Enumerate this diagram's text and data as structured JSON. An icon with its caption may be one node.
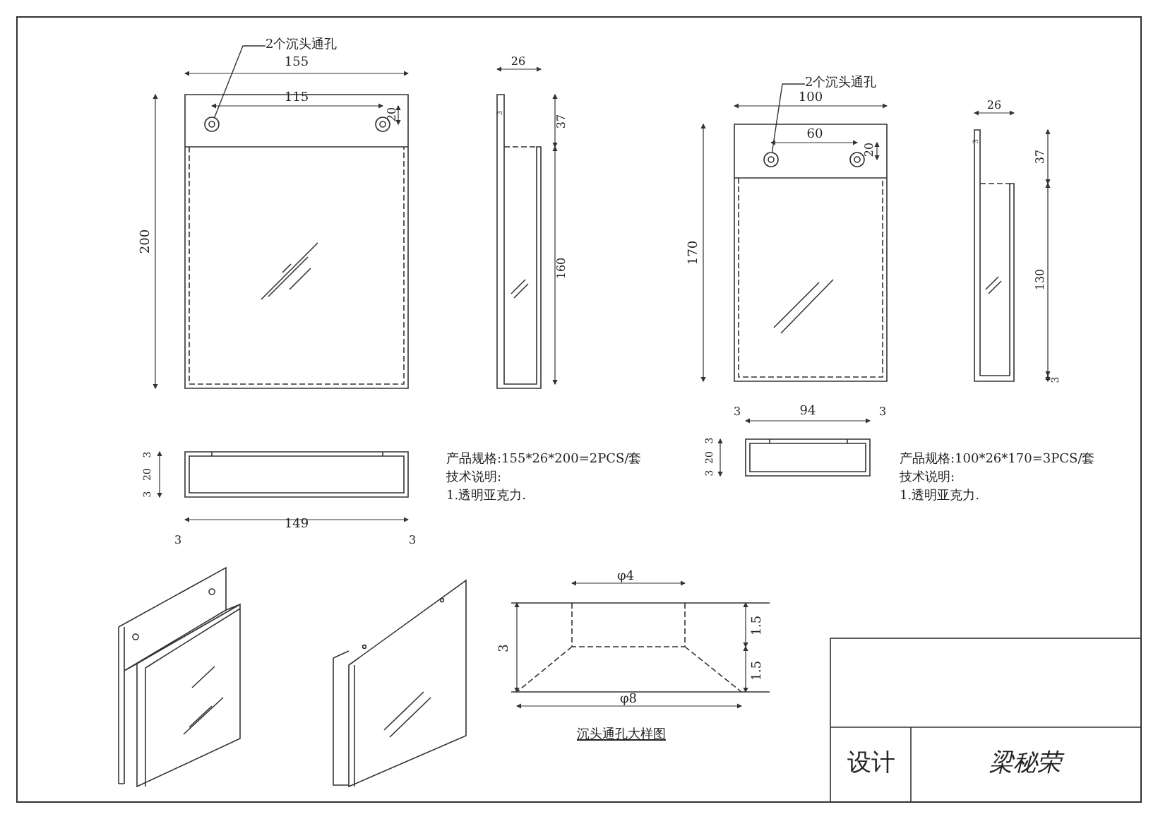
{
  "diagram": {
    "nodes": [
      {
        "text": [
          "2个沉头通孔"
        ]
      },
      {
        "text": [],
        "shape": "circle"
      },
      {
        "text": [
          "2个沉头通孔"
        ]
      },
      {
        "text": [],
        "shape": "circle"
      }
    ],
    "edges": [
      {
        "from": 0,
        "to": 1,
        "arrow": "none"
      },
      {
        "from": 2,
        "to": 3,
        "arrow": "none"
      }
    ],
    "labels": [
      "155",
      "115",
      "20",
      "200",
      "26",
      "3",
      "37",
      "160",
      "100",
      "60",
      "20",
      "170",
      "26",
      "3",
      "37",
      "130",
      "3",
      "3",
      "20",
      "3",
      "3",
      "149",
      "3",
      "产品规格:155*26*200=2PCS/套",
      "技术说明:",
      "1.透明亚克力.",
      "3",
      "94",
      "3",
      "3",
      "20",
      "3",
      "产品规格:100*26*170=3PCS/套",
      "技术说明:",
      "1.透明亚克力.",
      "φ4",
      "3",
      "1.5",
      "1.5",
      "φ8",
      "沉头通孔大样图",
      "设计",
      "梁秘荣"
    ]
  }
}
